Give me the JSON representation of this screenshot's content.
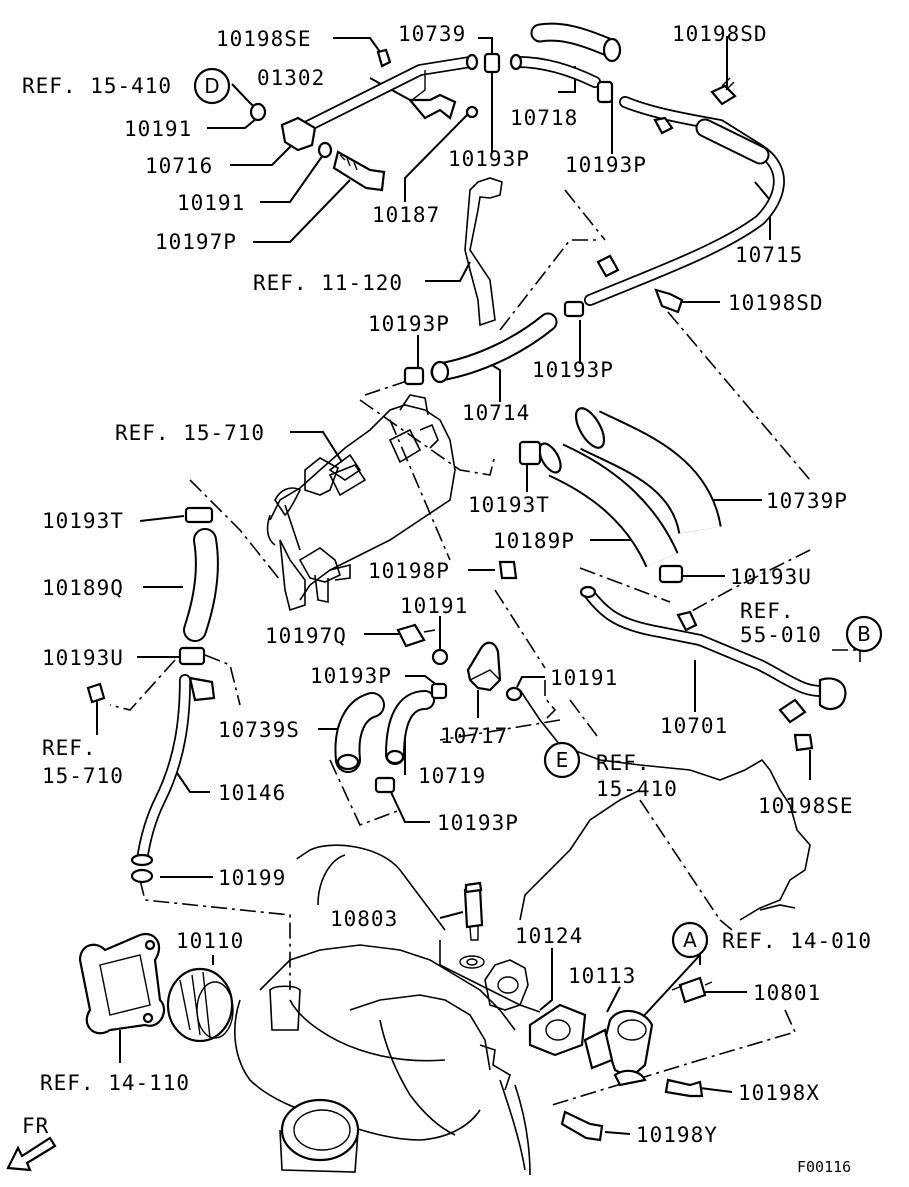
{
  "diagram_code": "F00116",
  "direction_label": "FR",
  "callouts": {
    "A": "A",
    "B": "B",
    "D": "D",
    "E": "E"
  },
  "labels": {
    "p10198SE_top": "10198SE",
    "p10739_top": "10739",
    "p10198SD_top": "10198SD",
    "ref15410_top": "REF. 15-410",
    "p01302": "01302",
    "p10718": "10718",
    "p10191_a": "10191",
    "p10193P_a": "10193P",
    "p10193P_b": "10193P",
    "p10716": "10716",
    "p10191_b": "10191",
    "p10187": "10187",
    "p10715": "10715",
    "p10197P": "10197P",
    "ref11120": "REF. 11-120",
    "p10198SD_mid": "10198SD",
    "p10193P_c": "10193P",
    "p10193P_d": "10193P",
    "p10714": "10714",
    "ref15710_top": "REF. 15-710",
    "p10739P": "10739P",
    "p10193T_right": "10193T",
    "p10193T_left": "10193T",
    "p10189P": "10189P",
    "p10198P": "10198P",
    "p10193U_right": "10193U",
    "p10189Q": "10189Q",
    "ref55010": "REF.",
    "ref55010_b": "55-010",
    "p10191_c": "10191",
    "p10197Q": "10197Q",
    "p10193U_left": "10193U",
    "p10193P_e": "10193P",
    "p10191_d": "10191",
    "p10739S": "10739S",
    "p10717": "10717",
    "p10701": "10701",
    "ref15710_left": "REF.",
    "ref15710_left_b": "15-710",
    "p10719": "10719",
    "ref15410_mid": "REF.",
    "ref15410_mid_b": "15-410",
    "p10146": "10146",
    "p10198SE_right": "10198SE",
    "p10193P_f": "10193P",
    "p10199": "10199",
    "p10803": "10803",
    "p10124": "10124",
    "p10110": "10110",
    "ref14010": "REF. 14-010",
    "p10113": "10113",
    "p10801": "10801",
    "ref14110": "REF. 14-110",
    "p10198X": "10198X",
    "p10198Y": "10198Y"
  }
}
